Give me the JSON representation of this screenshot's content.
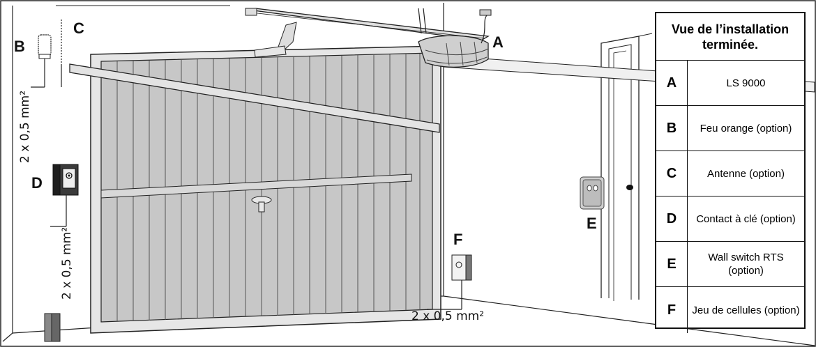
{
  "legend": {
    "title": "Vue de l’installation terminée.",
    "rows": [
      {
        "key": "A",
        "desc": "LS 9000"
      },
      {
        "key": "B",
        "desc": "Feu orange (option)"
      },
      {
        "key": "C",
        "desc": "Antenne (option)"
      },
      {
        "key": "D",
        "desc": "Contact à clé (option)"
      },
      {
        "key": "E",
        "desc": "Wall switch RTS (option)"
      },
      {
        "key": "F",
        "desc": "Jeu de cellules (option)"
      }
    ]
  },
  "callouts": {
    "a": "A",
    "b": "B",
    "c": "C",
    "d": "D",
    "e": "E",
    "f": "F"
  },
  "wires": {
    "bc": "2 x 0,5 mm²",
    "d": "2 x 0,5 mm²",
    "f": "2 x 0,5 mm²"
  }
}
